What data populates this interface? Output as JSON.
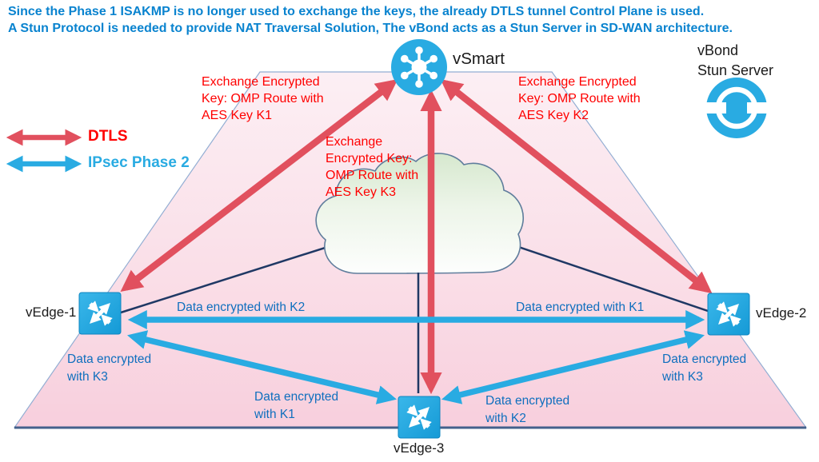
{
  "header": {
    "line1": "Since the Phase 1 ISAKMP is no longer used to exchange the keys, the already DTLS tunnel Control Plane is used.",
    "line2": "A Stun Protocol is needed to provide NAT Traversal Solution, The vBond acts as a Stun Server in SD-WAN architecture."
  },
  "legend": {
    "dtls": "DTLS",
    "ipsec": "IPsec Phase 2"
  },
  "nodes": {
    "vsmart": "vSmart",
    "vbond": {
      "lines": [
        "vBond",
        "Stun Server"
      ]
    },
    "vedge1": "vEdge-1",
    "vedge2": "vEdge-2",
    "vedge3": "vEdge-3"
  },
  "annotations": {
    "k1": {
      "lines": [
        "Exchange Encrypted",
        "Key: OMP Route with",
        "AES Key K1"
      ]
    },
    "k2": {
      "lines": [
        "Exchange Encrypted",
        "Key: OMP Route with",
        "AES Key K2"
      ]
    },
    "k3": {
      "lines": [
        "Exchange",
        "Encrypted Key:",
        "OMP Route with",
        "AES Key K3"
      ]
    }
  },
  "flow_labels": {
    "k2_left": "Data encrypted with K2",
    "k1_right": "Data encrypted with K1",
    "k3_left": {
      "lines": [
        "Data encrypted",
        "with K3"
      ]
    },
    "k3_right": {
      "lines": [
        "Data encrypted",
        "with K3"
      ]
    },
    "k1_bottom": {
      "lines": [
        "Data encrypted",
        "with K1"
      ]
    },
    "k2_bottom": {
      "lines": [
        "Data encrypted",
        "with K2"
      ]
    }
  },
  "colors": {
    "dtls_red": "#E1505E",
    "ipsec_blue": "#29ABE2",
    "header_blue": "#0983CF",
    "flow_label_blue": "#0F6FBE",
    "legend_red_text": "#FF0000",
    "underlay_navy": "#1F3864",
    "node_blue": "#29ABE2"
  }
}
